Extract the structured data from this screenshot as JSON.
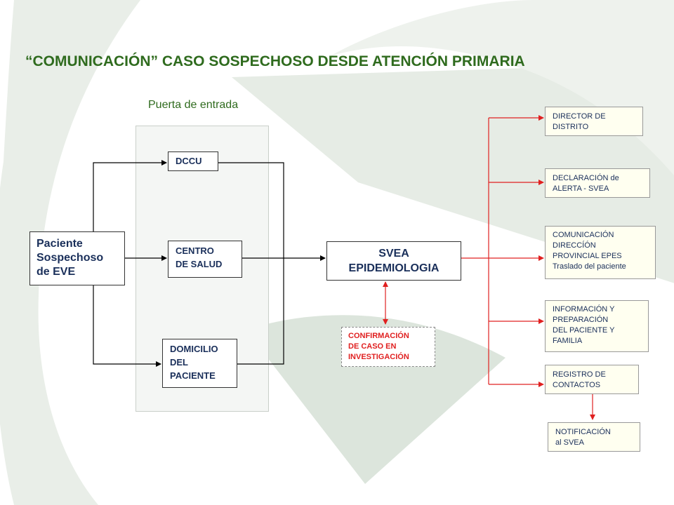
{
  "title": "“COMUNICACIÓN” CASO SOSPECHOSO DESDE ATENCIÓN PRIMARIA",
  "entry_caption": "Puerta de entrada",
  "patient": {
    "lines": [
      "Paciente",
      "Sospechoso",
      "de EVE"
    ]
  },
  "dccu": {
    "label": "DCCU"
  },
  "centro": {
    "lines": [
      "CENTRO",
      "DE SALUD"
    ]
  },
  "domicilio": {
    "lines": [
      "DOMICILIO",
      "DEL",
      "PACIENTE"
    ]
  },
  "svea": {
    "lines": [
      "SVEA",
      "EPIDEMIOLOGIA"
    ]
  },
  "confirmacion": {
    "lines": [
      "CONFIRMACIÓN",
      "DE CASO EN",
      "INVESTIGACIÓN"
    ]
  },
  "director": {
    "lines": [
      "DIRECTOR   DE",
      "DISTRITO"
    ]
  },
  "declaracion": {
    "lines": [
      "DECLARACIÓN   de",
      "ALERTA -  SVEA"
    ]
  },
  "comunicacion": {
    "lines": [
      "COMUNICACIÓN",
      "DIRECCÍÓN",
      "PROVINCIAL EPES",
      "Traslado del paciente"
    ]
  },
  "informacion": {
    "lines": [
      "INFORMACIÓN  Y",
      "PREPARACIÓN",
      "DEL PACIENTE  Y",
      "FAMILIA"
    ]
  },
  "registro": {
    "lines": [
      "REGISTRO   DE",
      "CONTACTOS"
    ]
  },
  "notificacion": {
    "lines": [
      "NOTIFICACIÓN",
      "al  SVEA"
    ]
  },
  "colors": {
    "title_green": "#2f6b1e",
    "node_text": "#1a2f5a",
    "red_connector": "#e02020",
    "confirm_text": "#e02020"
  }
}
